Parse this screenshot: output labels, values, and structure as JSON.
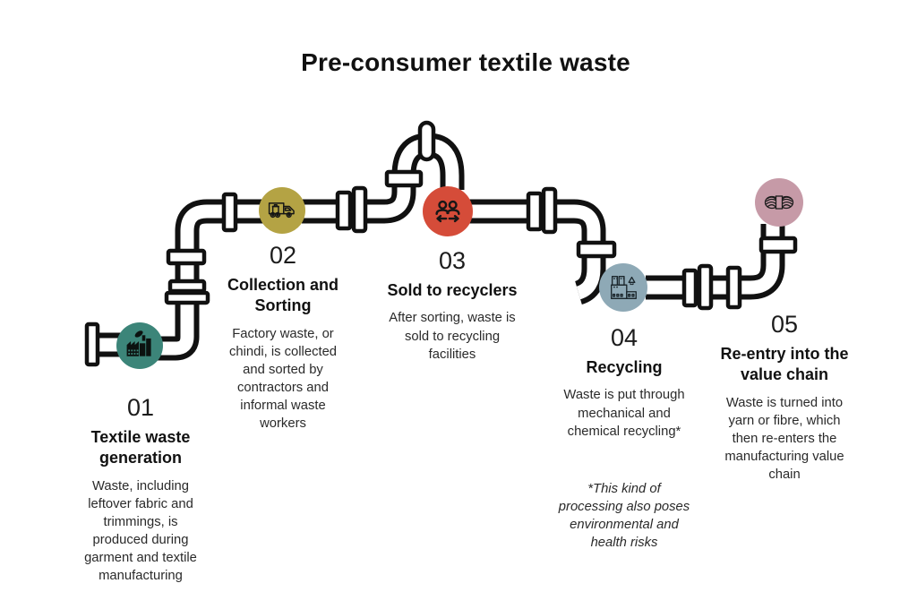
{
  "title": "Pre-consumer textile waste",
  "background": "#ffffff",
  "pipe_color": "#111111",
  "stages": [
    {
      "number": "01",
      "name": "Textile waste generation",
      "description": "Waste, including leftover fabric and trimmings, is produced during garment and textile manufacturing",
      "icon": "factory-icon",
      "color": "#3c8579"
    },
    {
      "number": "02",
      "name": "Collection and Sorting",
      "description": "Factory waste, or chindi, is collected and sorted by contractors and informal waste workers",
      "icon": "garbage-truck-icon",
      "color": "#b4a344"
    },
    {
      "number": "03",
      "name": "Sold to recyclers",
      "description": "After sorting, waste is sold to recycling facilities",
      "icon": "people-trade-icon",
      "color": "#d54c39"
    },
    {
      "number": "04",
      "name": "Recycling",
      "description": "Waste is put through mechanical and chemical recycling*",
      "footnote": "*This kind of processing also poses environmental and health risks",
      "icon": "recycling-plant-icon",
      "color": "#8ea9b6"
    },
    {
      "number": "05",
      "name": "Re-entry into the value chain",
      "description": "Waste is turned into yarn or fibre, which then re-enters the manufacturing value chain",
      "icon": "yarn-skein-icon",
      "color": "#c69aa7"
    }
  ]
}
